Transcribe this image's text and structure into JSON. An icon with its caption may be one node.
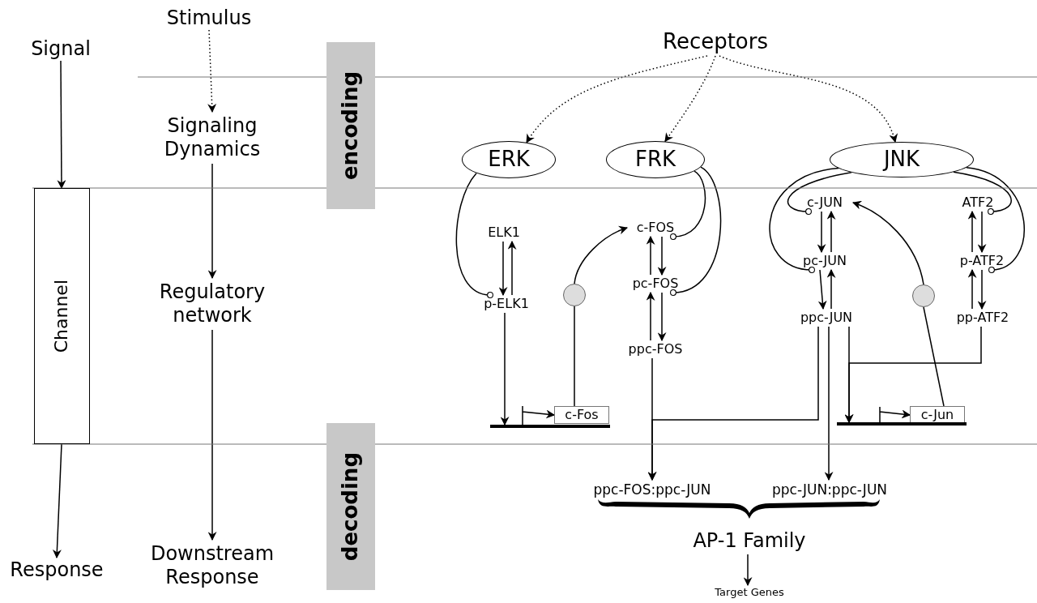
{
  "diagram": {
    "nodes": [
      {
        "text": [
          "Signal"
        ]
      },
      {
        "text": [
          "Stimulus"
        ]
      },
      {
        "text": [
          "Receptors"
        ]
      },
      {
        "text": [
          "Signaling Dynamics"
        ]
      },
      {
        "text": [
          "encoding"
        ]
      },
      {
        "text": [
          "ERK"
        ]
      },
      {
        "text": [
          "FRK"
        ]
      },
      {
        "text": [
          "JNK"
        ]
      },
      {
        "text": [
          "Channel"
        ]
      },
      {
        "text": [
          "c-JUN"
        ]
      },
      {
        "text": [
          "ATF2"
        ]
      },
      {
        "text": [
          "ELK1"
        ]
      },
      {
        "text": [
          "c-FOS"
        ]
      },
      {
        "text": [
          "pc-JUN"
        ]
      },
      {
        "text": [
          "p-ATF2"
        ]
      },
      {
        "text": [
          "p-ELK1"
        ]
      },
      {
        "text": [
          "pc-FOS"
        ]
      },
      {
        "text": [
          "Regulatory network"
        ]
      },
      {
        "text": [
          "ppc-JUN"
        ]
      },
      {
        "text": [
          "pp-ATF2"
        ]
      },
      {
        "text": [
          "ppc-FOS"
        ]
      },
      {
        "text": [
          "c-Fos"
        ]
      },
      {
        "text": [
          "c-Jun"
        ]
      },
      {
        "text": [
          "decoding"
        ]
      },
      {
        "text": [
          "Response"
        ]
      },
      {
        "text": [
          "ppc-FOS:ppc-JUN"
        ]
      },
      {
        "text": [
          "ppc-JUN:ppc-JUN"
        ]
      },
      {
        "text": [
          "AP-1 Family"
        ]
      },
      {
        "text": [
          "Downstream Response"
        ]
      },
      {
        "text": [
          "Target Genes"
        ]
      },
      {
        "text": [],
        "shape": "circle"
      },
      {
        "text": [],
        "shape": "circle"
      },
      {
        "text": [],
        "shape": "bar"
      },
      {
        "text": [],
        "shape": "bar"
      },
      {
        "text": [],
        "shape": "brace"
      }
    ],
    "edges": [
      {
        "from": 0,
        "to": 8,
        "arrow": "to"
      },
      {
        "from": 8,
        "to": 24,
        "arrow": "to"
      },
      {
        "from": 1,
        "to": 3,
        "arrow": "to",
        "style": "dashed"
      },
      {
        "from": 3,
        "to": 17,
        "arrow": "to"
      },
      {
        "from": 17,
        "to": 28,
        "arrow": "to"
      },
      {
        "from": 2,
        "to": 5,
        "arrow": "to",
        "style": "dashed"
      },
      {
        "from": 2,
        "to": 6,
        "arrow": "to",
        "style": "dashed"
      },
      {
        "from": 2,
        "to": 7,
        "arrow": "to",
        "style": "dashed"
      },
      {
        "from": 5,
        "to": 15,
        "arrow": "other"
      },
      {
        "from": 11,
        "to": 15,
        "arrow": "to"
      },
      {
        "from": 15,
        "to": 11,
        "arrow": "to"
      },
      {
        "from": 15,
        "to": 32,
        "arrow": "to"
      },
      {
        "from": 21,
        "to": 30,
        "arrow": "none"
      },
      {
        "from": 30,
        "to": 12,
        "arrow": "to"
      },
      {
        "from": 12,
        "to": 16,
        "arrow": "to"
      },
      {
        "from": 16,
        "to": 12,
        "arrow": "to"
      },
      {
        "from": 16,
        "to": 20,
        "arrow": "to"
      },
      {
        "from": 20,
        "to": 16,
        "arrow": "to"
      },
      {
        "from": 6,
        "to": 12,
        "arrow": "other"
      },
      {
        "from": 6,
        "to": 16,
        "arrow": "other"
      },
      {
        "from": 7,
        "to": 9,
        "arrow": "other"
      },
      {
        "from": 7,
        "to": 13,
        "arrow": "other"
      },
      {
        "from": 7,
        "to": 10,
        "arrow": "other"
      },
      {
        "from": 7,
        "to": 14,
        "arrow": "other"
      },
      {
        "from": 9,
        "to": 13,
        "arrow": "to"
      },
      {
        "from": 13,
        "to": 9,
        "arrow": "to"
      },
      {
        "from": 13,
        "to": 18,
        "arrow": "to"
      },
      {
        "from": 18,
        "to": 13,
        "arrow": "to"
      },
      {
        "from": 10,
        "to": 14,
        "arrow": "to"
      },
      {
        "from": 14,
        "to": 10,
        "arrow": "to"
      },
      {
        "from": 14,
        "to": 19,
        "arrow": "to"
      },
      {
        "from": 19,
        "to": 14,
        "arrow": "to"
      },
      {
        "from": 22,
        "to": 31,
        "arrow": "none"
      },
      {
        "from": 31,
        "to": 9,
        "arrow": "to"
      },
      {
        "from": 20,
        "to": 25,
        "arrow": "to"
      },
      {
        "from": 18,
        "to": 25,
        "arrow": "to"
      },
      {
        "from": 18,
        "to": 26,
        "arrow": "to"
      },
      {
        "from": 18,
        "to": 33,
        "arrow": "to"
      },
      {
        "from": 19,
        "to": 33,
        "arrow": "to"
      },
      {
        "from": 27,
        "to": 29,
        "arrow": "to"
      },
      {
        "from": 32,
        "to": 21,
        "arrow": "to"
      },
      {
        "from": 33,
        "to": 22,
        "arrow": "to"
      }
    ]
  }
}
